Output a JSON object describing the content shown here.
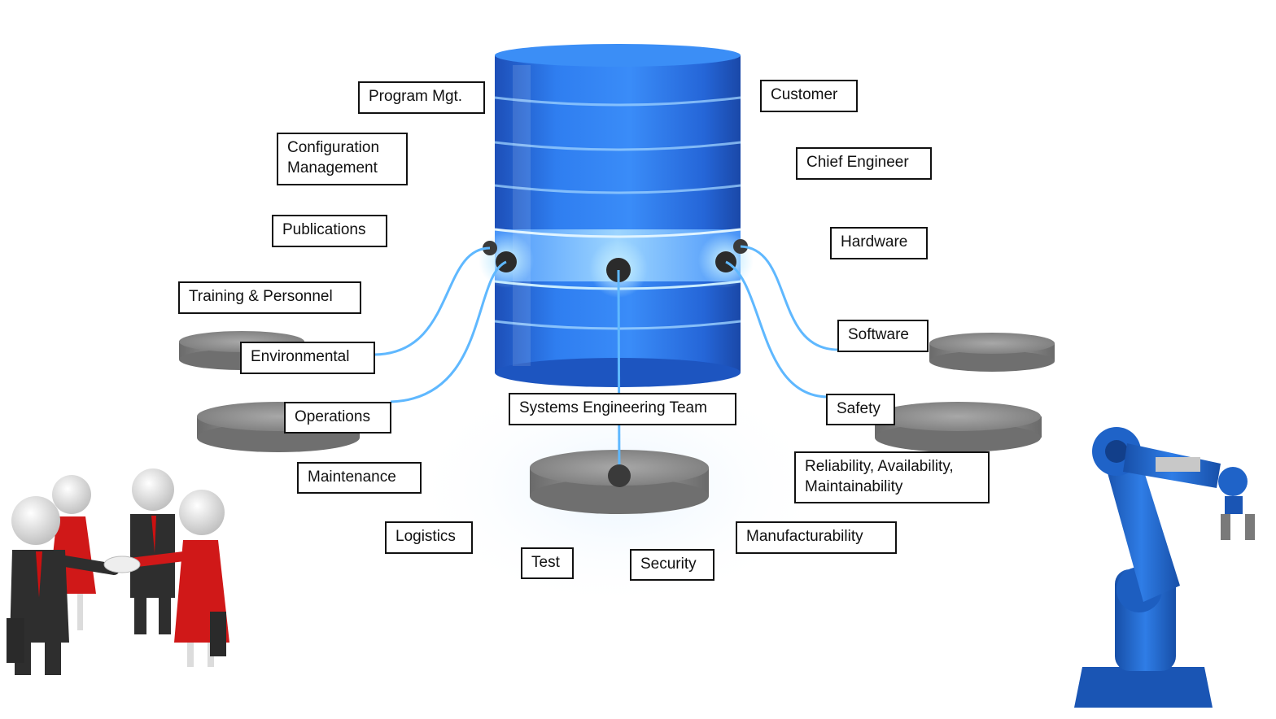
{
  "diagram": {
    "center_label": "Systems Engineering Team",
    "stakeholders": {
      "program_mgt": "Program Mgt.",
      "configuration_management": "Configuration\nManagement",
      "publications": "Publications",
      "training_personnel": "Training & Personnel",
      "environmental": "Environmental",
      "operations": "Operations",
      "maintenance": "Maintenance",
      "logistics": "Logistics",
      "test": "Test",
      "security": "Security",
      "manufacturability": "Manufacturability",
      "ram": "Reliability, Availability,\n Maintainability",
      "safety": "Safety",
      "software": "Software",
      "hardware": "Hardware",
      "chief_engineer": "Chief Engineer",
      "customer": "Customer"
    }
  },
  "colors": {
    "database_blue": "#2a6fe0",
    "glow": "#bfeaff",
    "cable": "#5fb8ff",
    "platform_gray": "#8c8c8c",
    "suit": "#2e2e2e",
    "dress": "#d01818",
    "robot_blue": "#1f63c8"
  },
  "illustrations": {
    "left": "team-hands-together-figures",
    "right": "industrial-robot-arm",
    "center": "glowing-database-cylinder"
  }
}
